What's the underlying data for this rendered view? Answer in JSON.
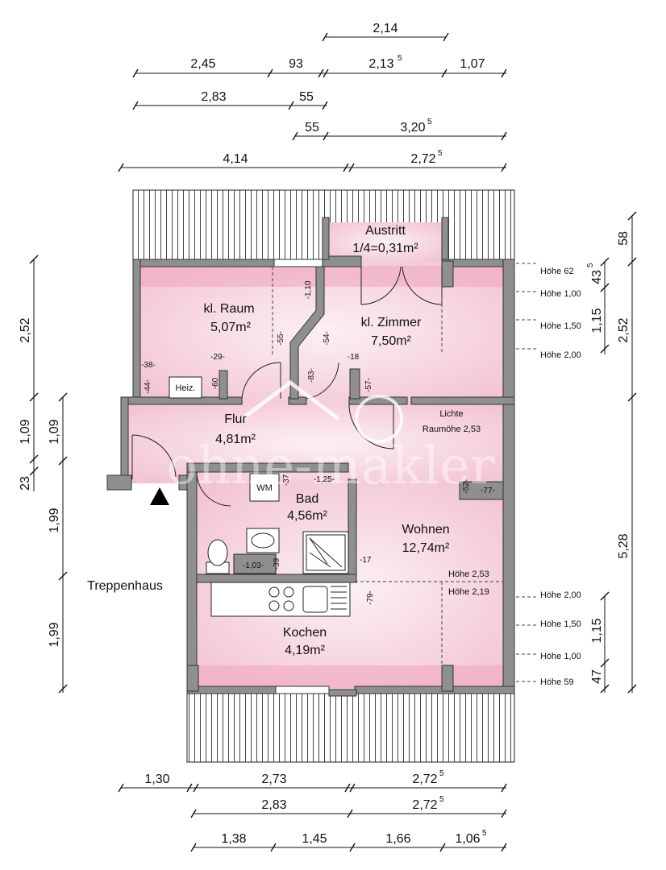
{
  "dims_top": {
    "r1": [
      "2,14"
    ],
    "r2": [
      "2,45",
      "93",
      "2,13",
      "1,07"
    ],
    "r2_sup": "5",
    "r3": [
      "2,83",
      "55"
    ],
    "r4": [
      "55",
      "3,20"
    ],
    "r4_sup": "5",
    "r5": [
      "4,14",
      "2,72"
    ],
    "r5_sup": "5"
  },
  "dims_bottom": {
    "r1": [
      "1,30",
      "2,73",
      "2,72"
    ],
    "r1_sup": "5",
    "r2": [
      "2,83",
      "2,72"
    ],
    "r2_sup": "5",
    "r3": [
      "1,38",
      "1,45",
      "1,66",
      "1,06"
    ],
    "r3_sup": "5"
  },
  "dims_left": {
    "outer": [
      "2,52",
      "1,09",
      "23"
    ],
    "inner": [
      "1,09",
      "1,99",
      "1,99"
    ]
  },
  "dims_right": {
    "inner": [
      "43",
      "1,15",
      "1,15",
      "47"
    ],
    "inner_sup": "5",
    "outer": [
      "58",
      "2,52",
      "5,28"
    ]
  },
  "heights": {
    "top": [
      "Höhe 62",
      "Höhe 1,00",
      "Höhe 1,50",
      "Höhe 2,00"
    ],
    "bottom": [
      "Höhe 2,00",
      "Höhe 1,50",
      "Höhe 1,00",
      "Höhe 59"
    ],
    "inner": [
      "Höhe 2,53",
      "Höhe 2,19"
    ]
  },
  "rooms": {
    "austritt": {
      "name": "Austritt",
      "area": "1/4=0,31m²"
    },
    "kl_raum": {
      "name": "kl. Raum",
      "area": "5,07m²"
    },
    "kl_zimmer": {
      "name": "kl. Zimmer",
      "area": "7,50m²"
    },
    "flur": {
      "name": "Flur",
      "area": "4,81m²"
    },
    "bad": {
      "name": "Bad",
      "area": "4,56m²"
    },
    "wohnen": {
      "name": "Wohnen",
      "area": "12,74m²"
    },
    "kochen": {
      "name": "Kochen",
      "area": "4,19m²"
    }
  },
  "labels": {
    "lichte1": "Lichte",
    "lichte2": "Raumöhe 2,53",
    "treppenhaus": "Treppenhaus",
    "heiz": "Heiz.",
    "wm": "WM",
    "watermark": "ohne-makler"
  },
  "small_dims": {
    "d38": "-38-",
    "d44": "-44-",
    "d29": "-29-",
    "d60": "-60",
    "d55": "-55-",
    "d110": "-1,10",
    "d54": "-54-",
    "d83": "-83-",
    "d18": "-18",
    "d57": "-57-",
    "d125": "-1,25-",
    "d37": "-37",
    "d52": "-52-",
    "d77": "-77-",
    "d103": "-1,03-",
    "d39": "-39",
    "d17": "-17",
    "d79": "-79-",
    "sup5": "5"
  },
  "colors": {
    "room": "#f7d8e3",
    "wall": "#8f8f8f",
    "line": "#111111"
  }
}
